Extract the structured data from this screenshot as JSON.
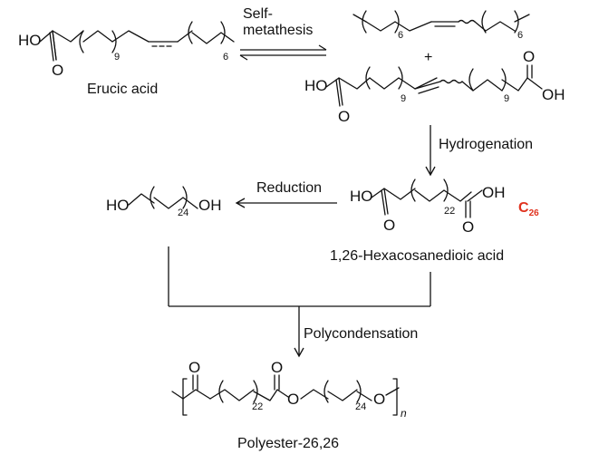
{
  "arrows": {
    "self_metathesis": "Self-metathesis",
    "hydrogenation": "Hydrogenation",
    "reduction": "Reduction",
    "polycondensation": "Polycondensation"
  },
  "compounds": {
    "erucic_acid": {
      "name": "Erucic acid",
      "oh": "HO",
      "o": "O",
      "n1": "9",
      "n2": "6"
    },
    "alkene_product": {
      "n1": "6",
      "n2": "6"
    },
    "plus": "+",
    "diacid_unsat": {
      "ho": "HO",
      "oh": "OH",
      "o": "O",
      "n1": "9",
      "n2": "9"
    },
    "diacid_sat": {
      "name": "1,26-Hexacosanedioic acid",
      "ho": "HO",
      "oh": "OH",
      "o": "O",
      "n": "22",
      "badge_c": "C",
      "badge_n": "26"
    },
    "diol": {
      "ho": "HO",
      "oh": "OH",
      "n": "24"
    },
    "polyester": {
      "name": "Polyester-26,26",
      "o": "O",
      "n1": "22",
      "n2": "24",
      "repeat": "n"
    }
  },
  "colors": {
    "badge": "#e0321e"
  }
}
